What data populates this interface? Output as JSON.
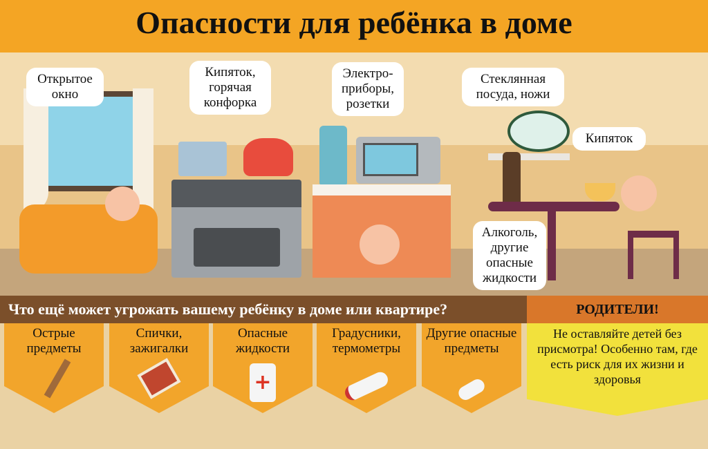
{
  "title": "Опасности для ребёнка в доме",
  "scene": {
    "labels": [
      {
        "text": "Открытое окно"
      },
      {
        "text": "Кипяток, горячая конфорка"
      },
      {
        "text": "Электро-приборы, розетки"
      },
      {
        "text": "Стеклянная посуда, ножи"
      },
      {
        "text": "Кипяток"
      },
      {
        "text": "Алкоголь, другие опасные жидкости"
      }
    ]
  },
  "bottom": {
    "question": "Что ещё может угрожать вашему ребёнку в доме или квартире?",
    "tiles": [
      {
        "label": "Острые предметы",
        "icon": "hammer-icon"
      },
      {
        "label": "Спички, зажигалки",
        "icon": "matches-icon"
      },
      {
        "label": "Опасные жидкости",
        "icon": "medicine-bottle-icon"
      },
      {
        "label": "Градусники, термометры",
        "icon": "thermometer-icon"
      },
      {
        "label": "Другие опасные предметы",
        "icon": "light-bulb-icon"
      }
    ],
    "parents_title": "РОДИТЕЛИ!",
    "parents_text": "Не оставляйте детей без присмотра! Особенно там, где есть риск для их жизни и здоровья"
  },
  "colors": {
    "orange": "#f4a524",
    "brown": "#7b4f2a",
    "yellow": "#f2e13c"
  }
}
